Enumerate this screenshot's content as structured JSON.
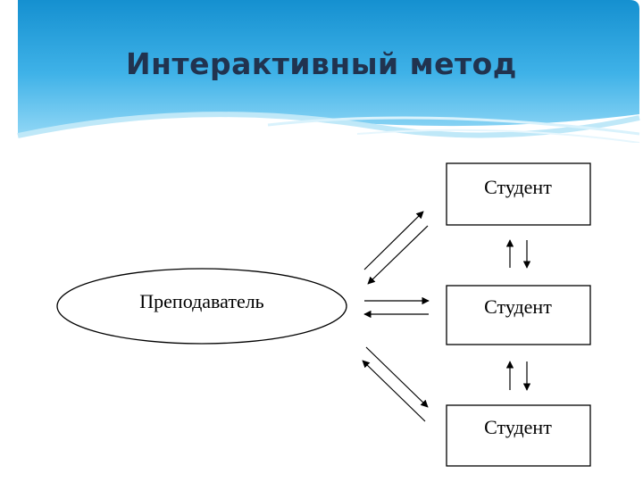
{
  "slide": {
    "title": "Интерактивный метод",
    "colors": {
      "header_top": "#1aa0dc",
      "header_mid": "#4fc0ee",
      "header_light": "#bfe8f8",
      "title": "#21334f",
      "line": "#000000"
    }
  },
  "diagram": {
    "teacher": {
      "label": "Преподаватель"
    },
    "students": [
      {
        "label": "Студент"
      },
      {
        "label": "Студент"
      },
      {
        "label": "Студент"
      }
    ]
  }
}
